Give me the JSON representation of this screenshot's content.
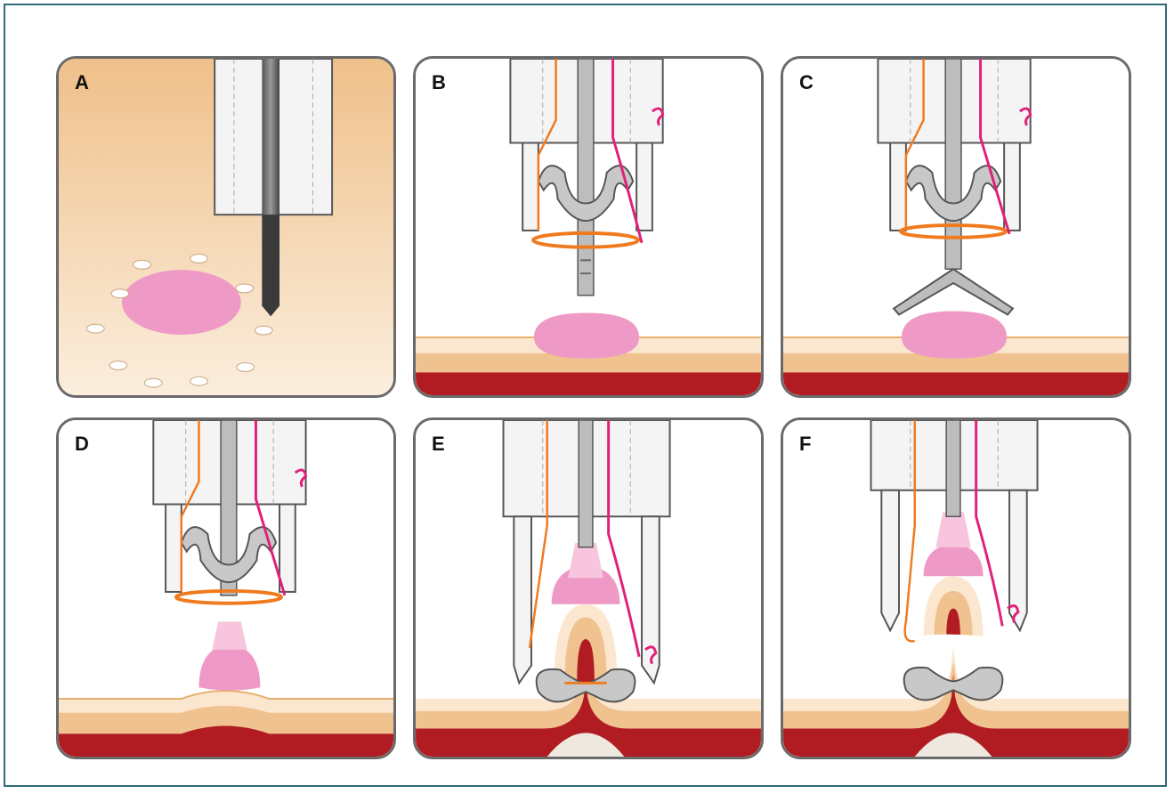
{
  "panels": [
    {
      "id": "A",
      "label": "A"
    },
    {
      "id": "B",
      "label": "B"
    },
    {
      "id": "C",
      "label": "C"
    },
    {
      "id": "D",
      "label": "D"
    },
    {
      "id": "E",
      "label": "E"
    },
    {
      "id": "F",
      "label": "F"
    }
  ],
  "colors": {
    "frame": "#2f6b78",
    "panel_border": "#6a6a6a",
    "tissue_bg": "#f0c89a",
    "lesion": "#ef9ac6",
    "muscle": "#b01c22",
    "mucosa": "#efc28f",
    "submucosa": "#f8e4c8",
    "instrument": "#f2f2f2",
    "snare": "#f07a1e",
    "thread": "#e0207a",
    "clip": "#9a9a9a"
  }
}
